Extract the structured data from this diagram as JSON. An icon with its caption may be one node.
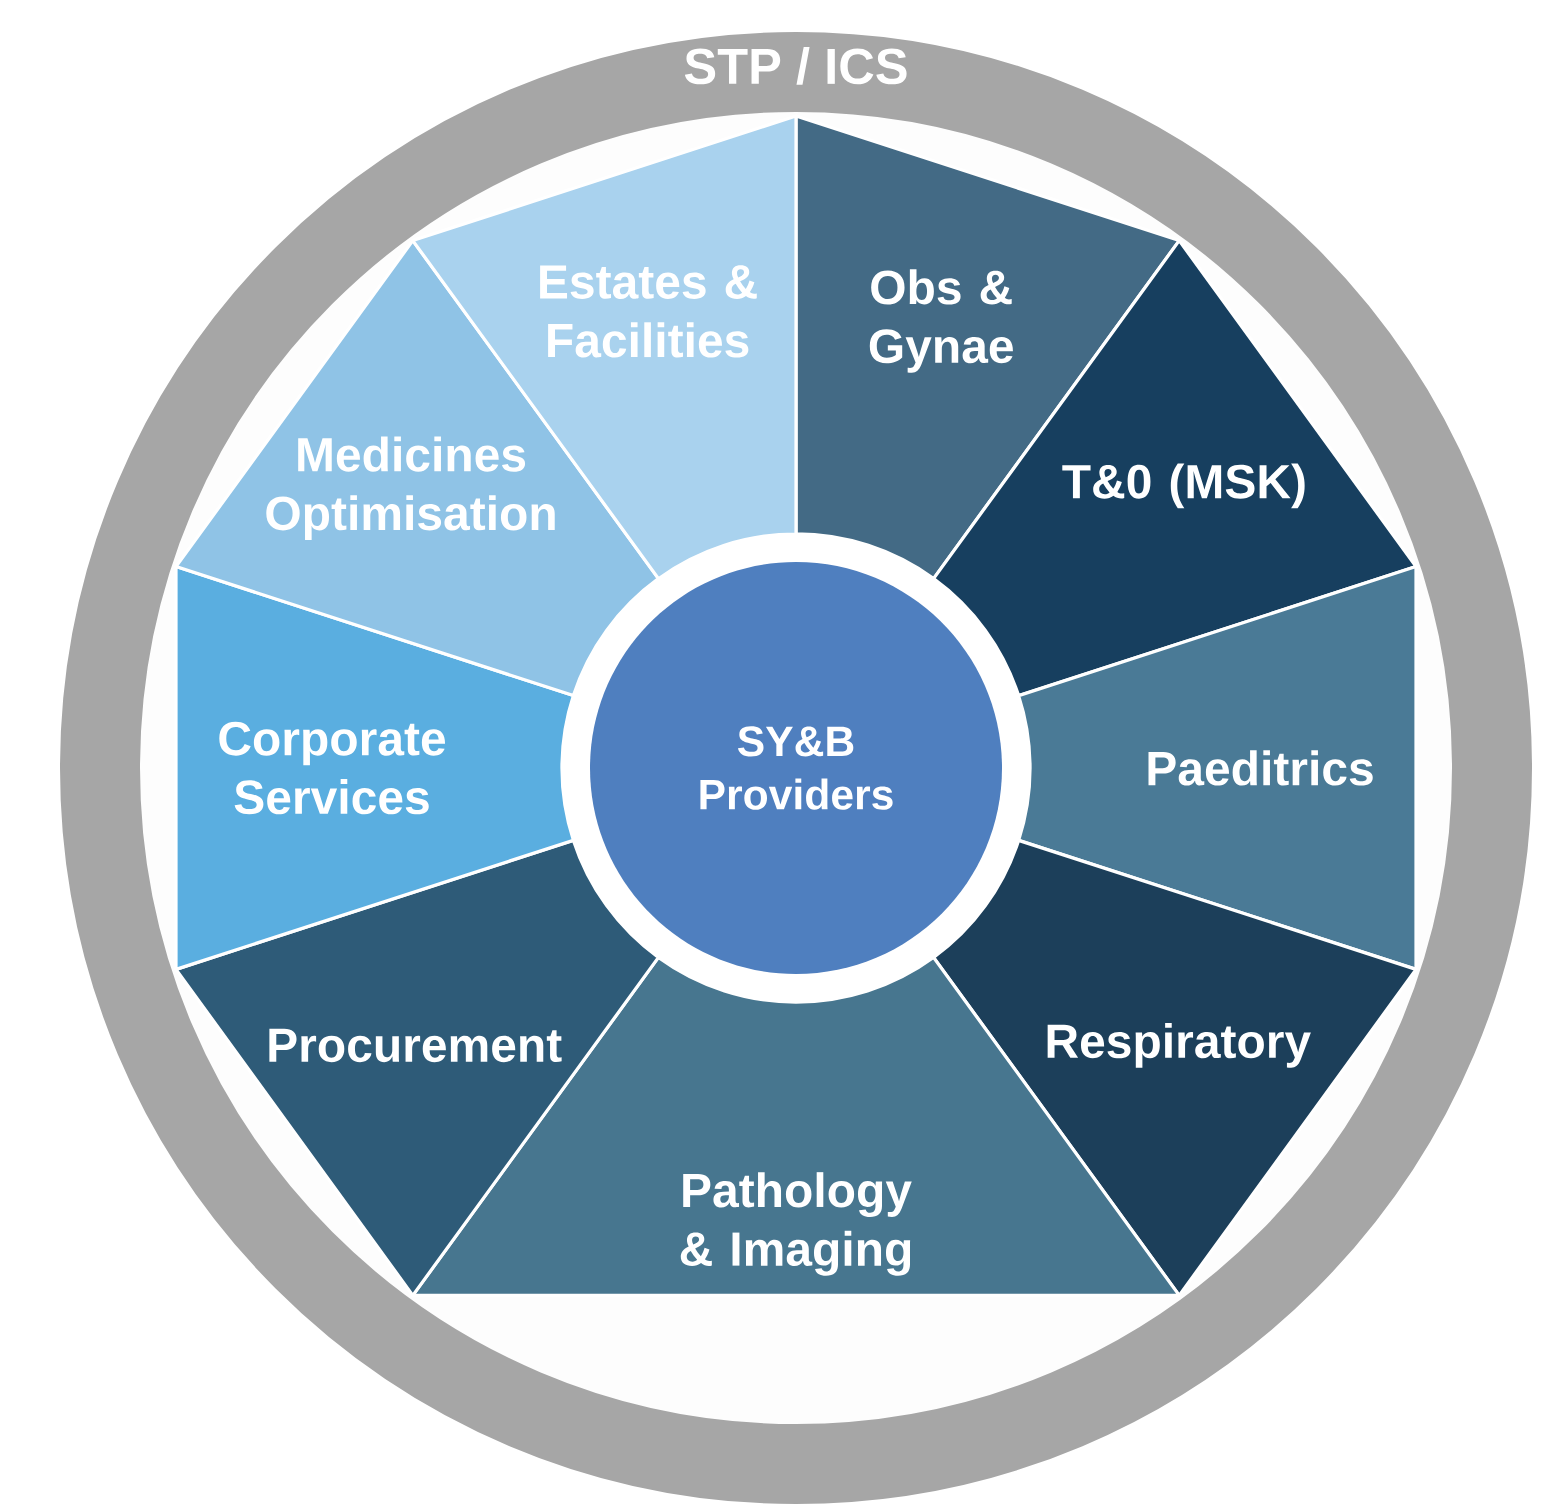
{
  "diagram": {
    "nodes": [
      {
        "text": [
          "STP / ICS"
        ]
      },
      {
        "text": [
          "SY&B Providers"
        ],
        "in": 0
      },
      {
        "text": [
          "Obs & Gynae"
        ],
        "in": 0
      },
      {
        "text": [
          "T&0 (MSK)"
        ],
        "in": 0
      },
      {
        "text": [
          "Paeditrics"
        ],
        "in": 0
      },
      {
        "text": [
          "Respiratory"
        ],
        "in": 0
      },
      {
        "text": [
          "Pathology & Imaging"
        ],
        "in": 0
      },
      {
        "text": [
          "Procurement"
        ],
        "in": 0
      },
      {
        "text": [
          "Corporate Services"
        ],
        "in": 0
      },
      {
        "text": [
          "Medicines Optimisation"
        ],
        "in": 0
      },
      {
        "text": [
          "Estates & Facilities"
        ],
        "in": 0
      }
    ]
  }
}
